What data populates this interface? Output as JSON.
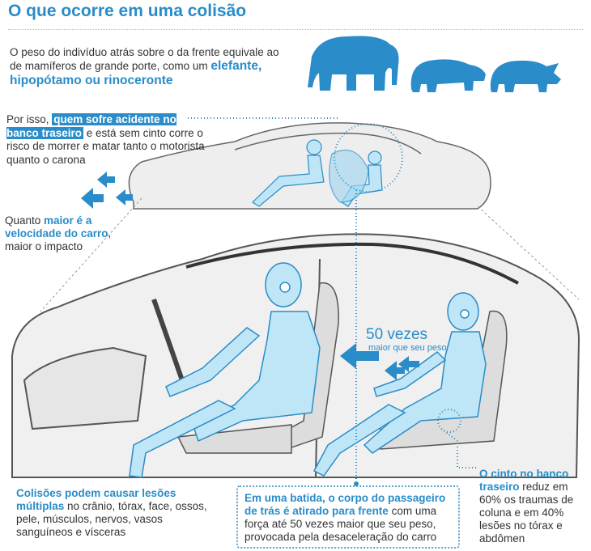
{
  "title": "O que ocorre em uma colisão",
  "intro": {
    "text": "O peso do indivíduo atrás sobre o da frente equivale ao de mamíferos de grande porte, como um ",
    "highlight": "elefante, hipopótamo ou rinoceronte"
  },
  "animals": [
    "elephant-icon",
    "hippo-icon",
    "rhino-icon"
  ],
  "rear_seat": {
    "prefix": "Por isso, ",
    "highlight": "quem sofre acidente no banco traseiro",
    "suffix": " e está sem cinto corre o risco de morrer e matar tanto o motorista quanto o carona"
  },
  "speed": {
    "prefix": "Quanto ",
    "highlight": "maior é a velocidade do carro",
    "suffix": ", maior o impacto"
  },
  "force": {
    "value": "50 vezes",
    "caption": "maior que seu peso"
  },
  "injuries": {
    "highlight": "Colisões podem causar lesões múltiplas",
    "suffix": " no crânio, tórax, face, ossos, pele, músculos, nervos, vasos sanguíneos e vísceras"
  },
  "impact": {
    "highlight": "Em uma batida, o corpo do passageiro de trás é atirado para frente",
    "suffix": " com uma força até 50 vezes maior que seu peso, provocada pela desaceleração do carro"
  },
  "belt": {
    "highlight": "O cinto no banco traseiro",
    "suffix": " reduz em 60% os traumas de coluna e em 40% lesões no tórax e abdômen"
  },
  "colors": {
    "accent": "#2a8cc8",
    "dummy": "#bfe6f7",
    "car_line": "#555555"
  }
}
